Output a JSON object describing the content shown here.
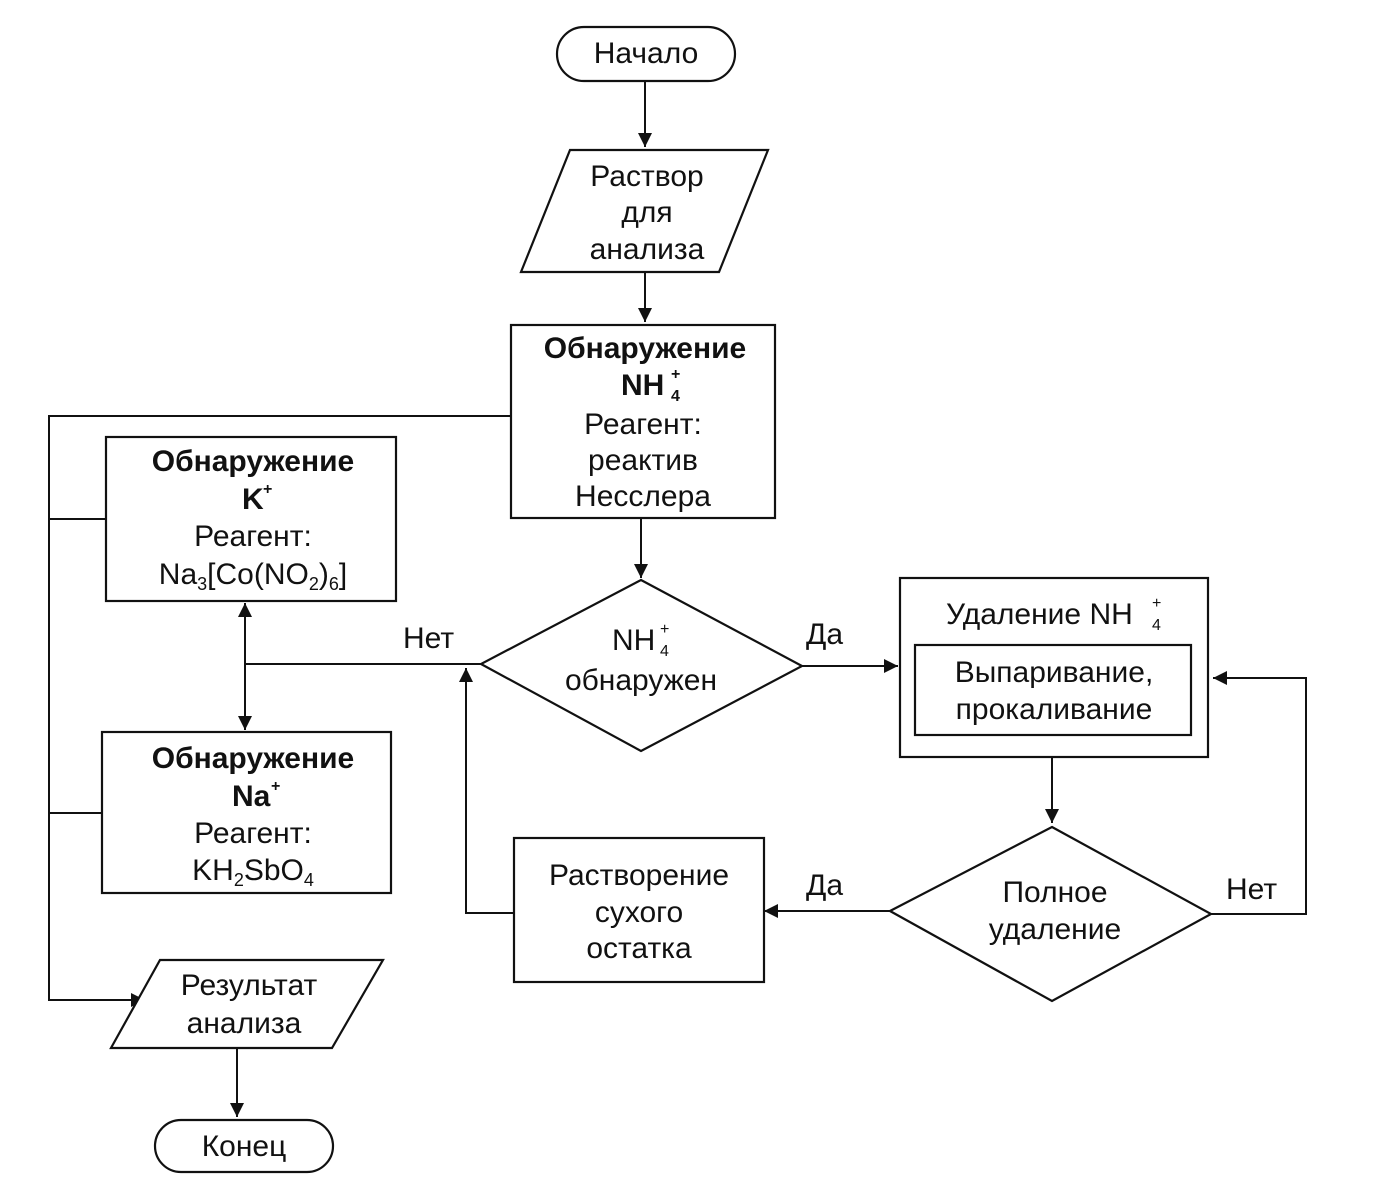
{
  "start": {
    "label": "Начало"
  },
  "input": {
    "line1": "Раствор",
    "line2": "для",
    "line3": "анализа"
  },
  "detect_nh4": {
    "title": "Обнаружение",
    "ion_base": "NH",
    "ion_sup": "+",
    "ion_sub": "4",
    "reagent_label": "Реагент:",
    "reagent_line1": "реактив",
    "reagent_line2": "Несслера"
  },
  "decision_nh4": {
    "ion_base": "NH",
    "ion_sup": "+",
    "ion_sub": "4",
    "line2": "обнаружен"
  },
  "label_no_left": "Нет",
  "label_yes_right": "Да",
  "removal": {
    "title": "Удаление NH",
    "ion_sup": "+",
    "ion_sub": "4",
    "inner_line1": "Выпаривание,",
    "inner_line2": "прокаливание"
  },
  "decision_full": {
    "line1": "Полное",
    "line2": "удаление"
  },
  "label_yes_bottom": "Да",
  "label_no_bottom": "Нет",
  "dissolve": {
    "line1": "Растворение",
    "line2": "сухого",
    "line3": "остатка"
  },
  "detect_k": {
    "title": "Обнаружение",
    "ion_base": "K",
    "ion_sup": "+",
    "reagent_label": "Реагент:",
    "f1": "Na",
    "f2": "3",
    "f3": "[Co(NO",
    "f4": "2",
    "f5": ")",
    "f6": "6",
    "f7": "]"
  },
  "detect_na": {
    "title": "Обнаружение",
    "ion_base": "Na",
    "ion_sup": "+",
    "reagent_label": "Реагент:",
    "f1": "KH",
    "f2": "2",
    "f3": "SbO",
    "f4": "4"
  },
  "result": {
    "line1": "Результат",
    "line2": "анализа"
  },
  "end": {
    "label": "Конец"
  }
}
